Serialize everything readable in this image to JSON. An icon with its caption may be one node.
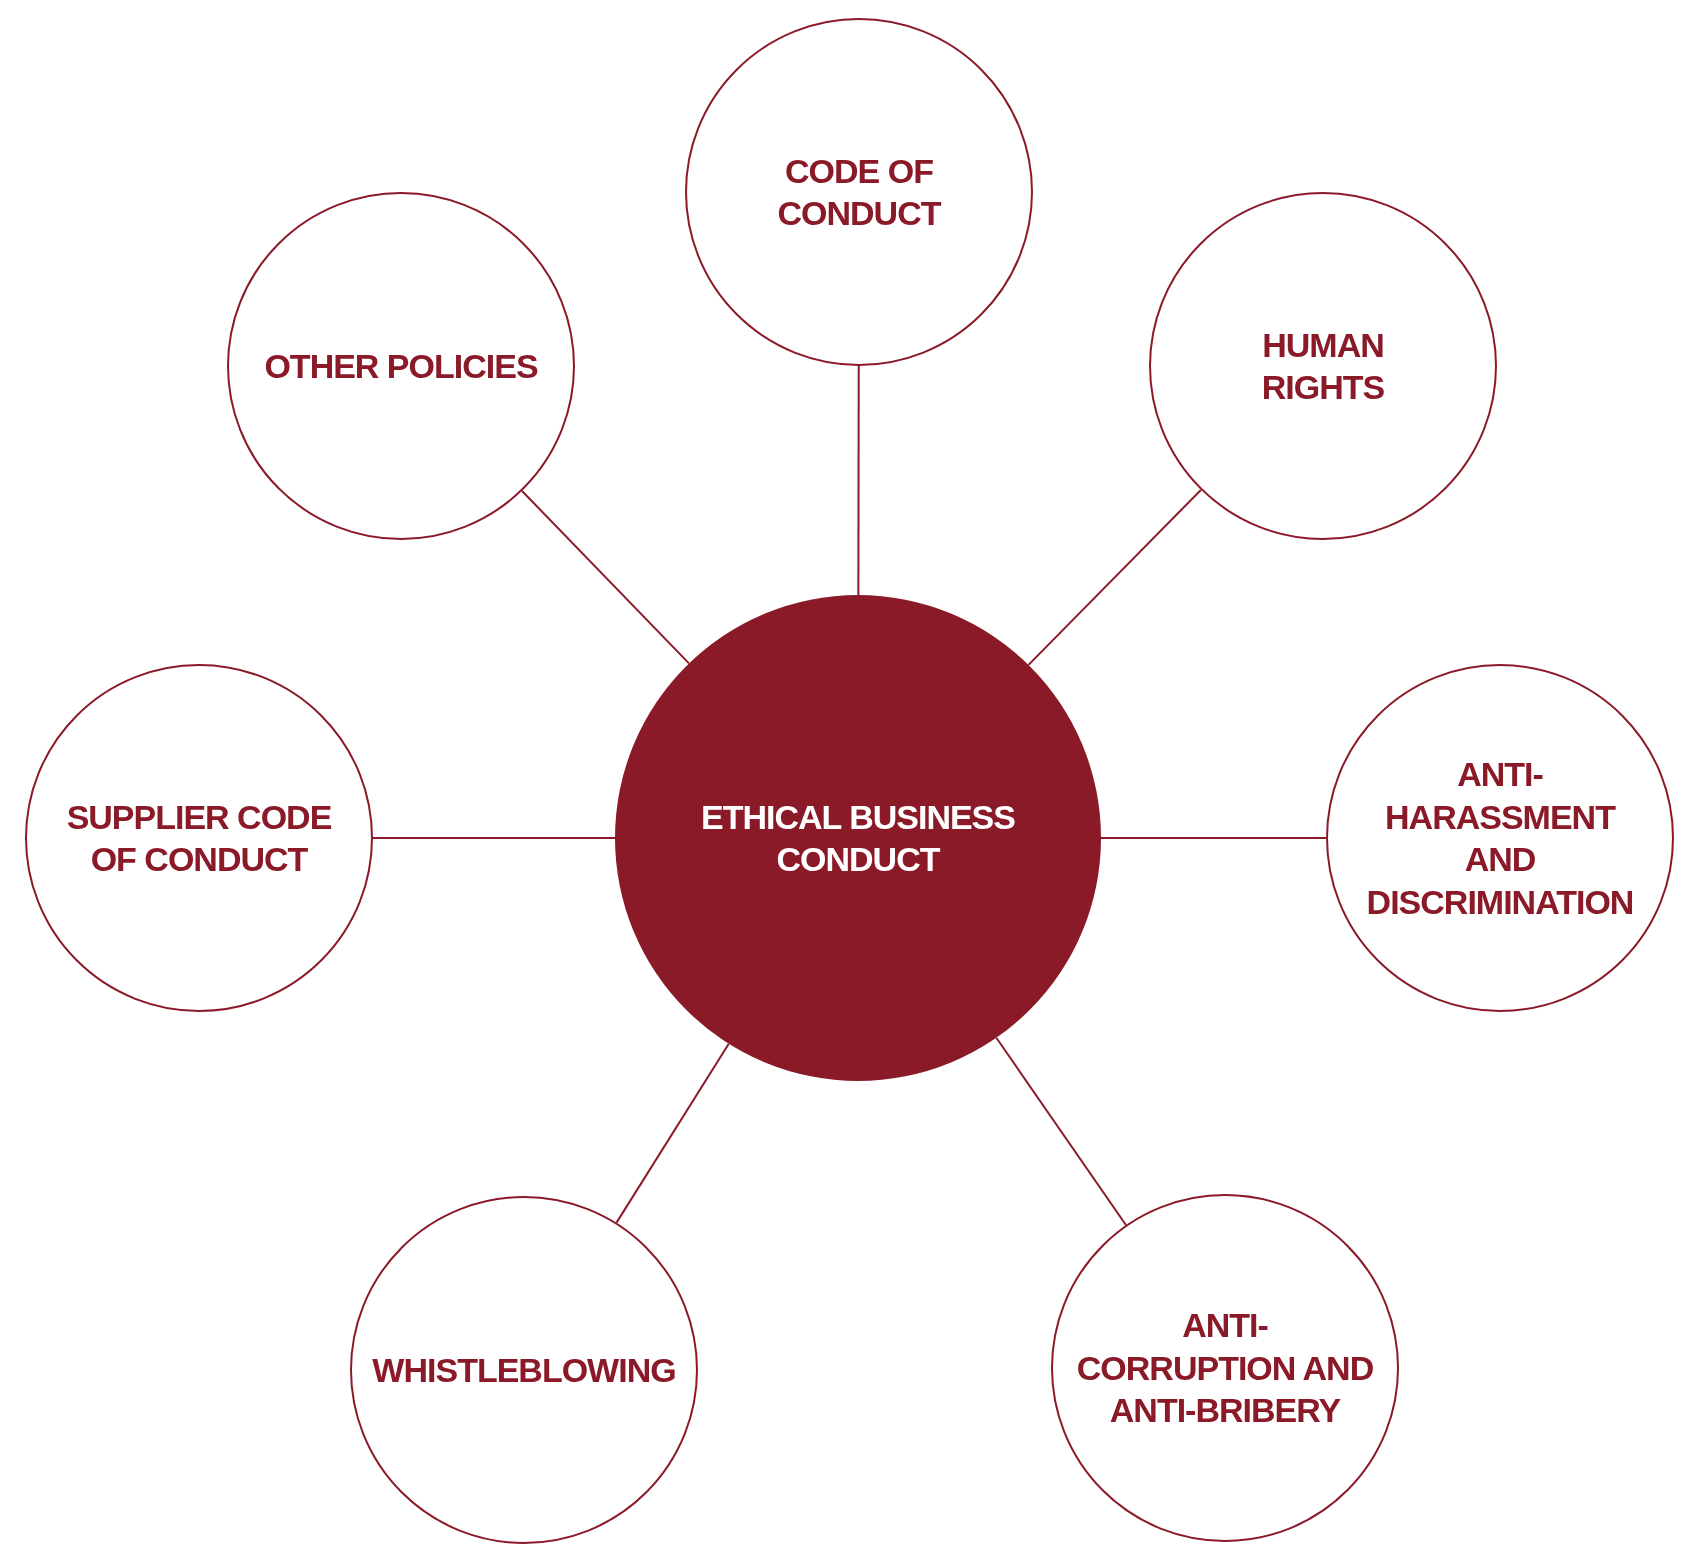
{
  "diagram": {
    "nodes": [
      {
        "text": [
          "CODE OF CONDUCT"
        ]
      },
      {
        "text": [
          "OTHER POLICIES"
        ]
      },
      {
        "text": [
          "HUMAN RIGHTS"
        ]
      },
      {
        "text": [
          "ETHICAL BUSINESS CONDUCT"
        ]
      },
      {
        "text": [
          "SUPPLIER CODE OF CONDUCT"
        ]
      },
      {
        "text": [
          "ANTI-HARASSMENT AND DISCRIMINATION"
        ]
      },
      {
        "text": [
          "WHISTLEBLOWING"
        ]
      },
      {
        "text": [
          "ANTI-CORRUPTION AND ANTI-BRIBERY"
        ]
      }
    ],
    "edges": [
      {
        "from": 3,
        "to": 0,
        "arrow": "none"
      },
      {
        "from": 3,
        "to": 2,
        "arrow": "none"
      },
      {
        "from": 3,
        "to": 5,
        "arrow": "none"
      },
      {
        "from": 3,
        "to": 7,
        "arrow": "none"
      },
      {
        "from": 3,
        "to": 6,
        "arrow": "none"
      },
      {
        "from": 3,
        "to": 4,
        "arrow": "none"
      },
      {
        "from": 3,
        "to": 1,
        "arrow": "none"
      }
    ]
  }
}
